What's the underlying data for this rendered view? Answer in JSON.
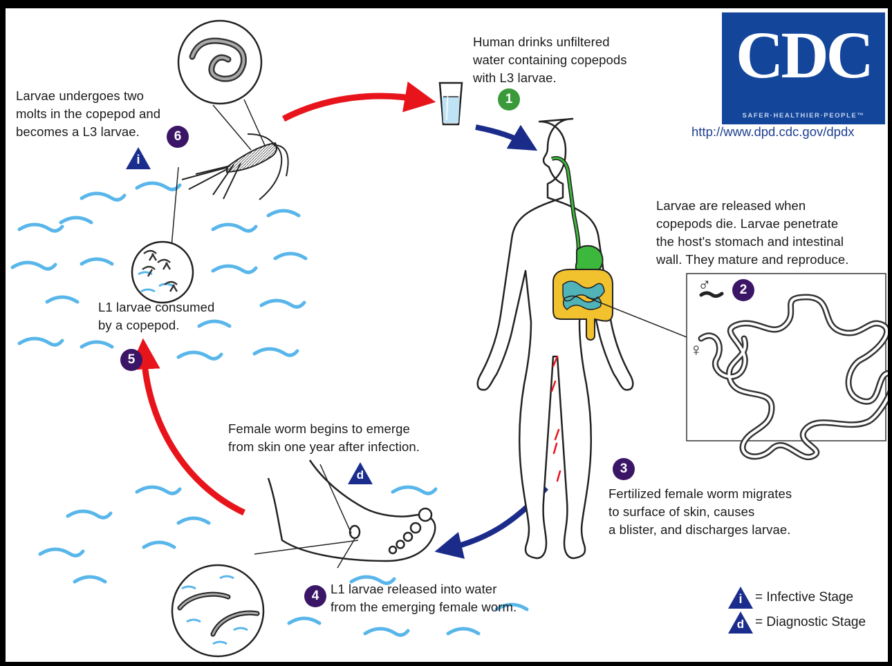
{
  "logo": {
    "wordmark": "CDC",
    "tagline": "SAFER·HEALTHIER·PEOPLE™",
    "url": "http://www.dpd.cdc.gov/dpdx"
  },
  "steps": [
    {
      "number": "1",
      "text": "Human drinks unfiltered\nwater containing copepods\nwith L3 larvae."
    },
    {
      "number": "2",
      "text": "Larvae are released when\ncopepods die.  Larvae penetrate\nthe host's stomach and intestinal\nwall.  They mature and reproduce."
    },
    {
      "number": "3",
      "text": "Fertilized female worm migrates\nto surface of skin, causes\na blister, and discharges larvae."
    },
    {
      "number": "4",
      "text": "L1 larvae released into water\nfrom the emerging female worm."
    },
    {
      "number": "5",
      "text": "L1 larvae consumed\nby a copepod."
    },
    {
      "number": "6",
      "text": "Larvae undergoes two\nmolts in the copepod and\nbecomes a L3 larvae."
    }
  ],
  "emergence_text": "Female worm begins to emerge\nfrom skin one year after infection.",
  "sex_symbols": {
    "male": "♂",
    "female": "♀"
  },
  "stage_markers": {
    "infective": "i",
    "diagnostic": "d"
  },
  "legend": {
    "infective": "= Infective Stage",
    "diagnostic": "= Diagnostic Stage"
  },
  "colors": {
    "arrow_red": "#e8141b",
    "arrow_blue": "#1b2b8a",
    "badge_purple": "#3b1566",
    "badge_green": "#3a9a3a",
    "water": "#59b6ea",
    "stage_triangle": "#1a2d8c",
    "esophagus": "#3cb83c",
    "intestine": "#f2c12e",
    "small_intestine": "#4fb3b8",
    "logo_blue": "#13469a"
  },
  "icons": [
    "glass-of-water-icon",
    "human-body-icon",
    "copepod-icon",
    "foot-icon",
    "worm-icon"
  ]
}
